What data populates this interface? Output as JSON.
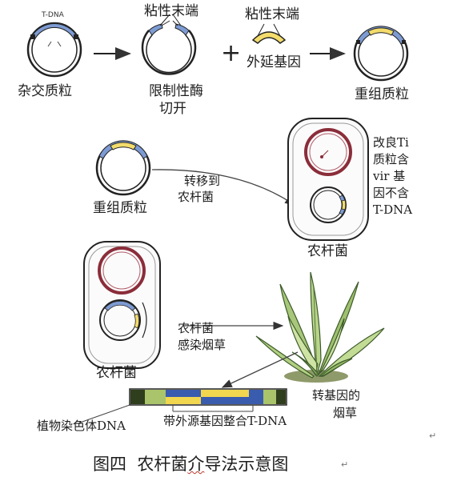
{
  "labels": {
    "tdna_tag": "T-DNA",
    "hybrid_plasmid": "杂交质粒",
    "sticky_end": "粘性末端",
    "restriction_enzyme": "限制性酶",
    "cut_open": "切开",
    "foreign_gene": "外延基因",
    "recombinant_plasmid": "重组质粒",
    "transfer_to": "转移到",
    "agrobacterium": "农杆菌",
    "note_line_1": "改良Ti",
    "note_line_2": "质粒含",
    "note_line_3": "vir 基",
    "note_line_4": "因不含",
    "note_line_5": "T-DNA",
    "infect_tobacco": "感染烟草",
    "transgenic_line_1": "转基因的",
    "transgenic_line_2": "烟草",
    "integrated_tdna": "带外源基因整合T-DNA",
    "plant_chromosome_dna": "植物染色体DNA"
  },
  "caption": {
    "number": "图四",
    "part_a": "农杆菌",
    "part_b": "介",
    "part_c": "导法示意图"
  },
  "marks": {
    "paragraph": "↵"
  },
  "colors": {
    "tdna_blue": "#7d9bd3",
    "foreign_gene_yellow": "#f3dc6c",
    "ti_plasmid_red": "#8b2d3a",
    "leaf_green": "#a8c77a"
  }
}
